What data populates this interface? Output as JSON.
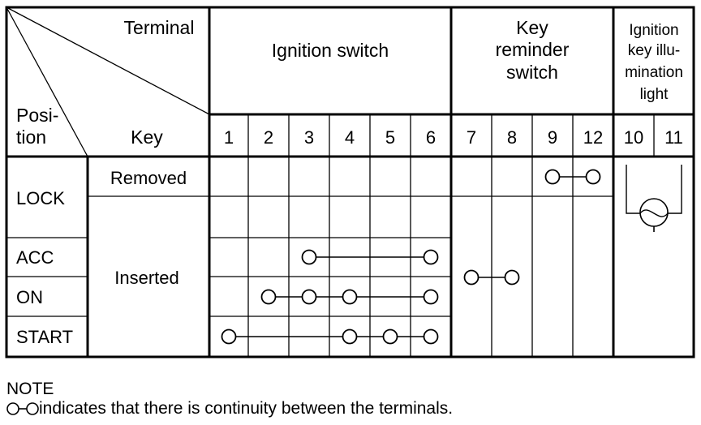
{
  "header": {
    "terminal": "Terminal",
    "position": [
      "Posi-",
      "tion"
    ],
    "key": "Key",
    "groups": [
      {
        "id": "ignition",
        "lines": [
          "Ignition  switch"
        ]
      },
      {
        "id": "reminder",
        "lines": [
          "Key",
          "reminder",
          "switch"
        ]
      },
      {
        "id": "illumination",
        "lines": [
          "Ignition",
          "key illu-",
          "mination",
          "light"
        ]
      }
    ],
    "terminals": [
      "1",
      "2",
      "3",
      "4",
      "5",
      "6",
      "7",
      "8",
      "9",
      "12",
      "10",
      "11"
    ]
  },
  "rows": {
    "lock": "LOCK",
    "acc": "ACC",
    "on": "ON",
    "start": "START",
    "removed": "Removed",
    "inserted": "Inserted"
  },
  "continuity": [
    {
      "row": "lock_removed",
      "terminals": [
        "9",
        "12"
      ]
    },
    {
      "row": "acc",
      "terminals": [
        "3",
        "6"
      ]
    },
    {
      "row": "on",
      "terminals": [
        "2",
        "3",
        "4",
        "6"
      ]
    },
    {
      "row": "start",
      "terminals": [
        "1",
        "4",
        "5",
        "6"
      ]
    },
    {
      "row": "inserted",
      "terminals": [
        "7",
        "8"
      ]
    }
  ],
  "note": {
    "title": "NOTE",
    "text": "indicates that there is continuity between the terminals."
  }
}
